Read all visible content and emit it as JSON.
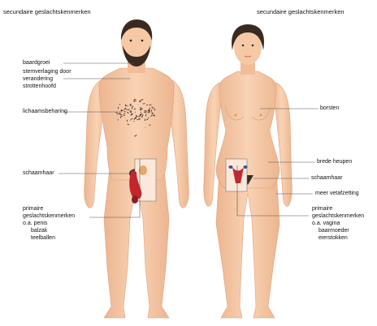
{
  "headings": {
    "male": "secundaire geslachtskenmerken",
    "female": "secundaire geslachtskenmerken"
  },
  "male_labels": {
    "beard": "baardgroei",
    "voice": [
      "stemverlaging door",
      "verandering",
      "strottenhoofd"
    ],
    "body_hair": "lichaamsbeharing",
    "pubic": "schaamhaar",
    "primary": [
      "primaire",
      "geslachtskenmerken",
      "o.a. penis",
      "balzak",
      "teelballen"
    ]
  },
  "female_labels": {
    "breasts": "borsten",
    "hips": "brede heupen",
    "pubic": "schaamhaar",
    "fat": "meer vetafzetting",
    "primary": [
      "primaire",
      "geslachtskenmerken",
      "o.a. vagina",
      "baarmoeder",
      "eierstokken"
    ]
  },
  "colors": {
    "skin": "#f5c9a6",
    "skin_shadow": "#e7a986",
    "hair": "#3a2a22",
    "organ_red": "#c4262e",
    "organ_blue": "#3b4d9a",
    "line": "#555555"
  }
}
